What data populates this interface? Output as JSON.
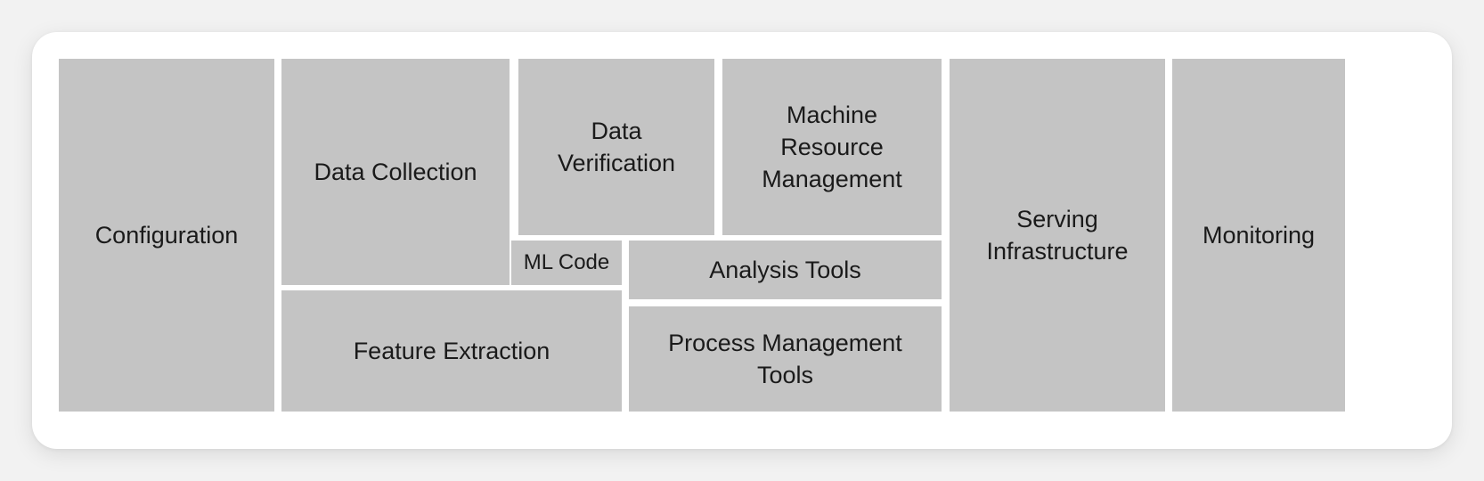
{
  "blocks": {
    "configuration": "Configuration",
    "data_collection": "Data Collection",
    "data_verification": "Data\nVerification",
    "machine_resource_management": "Machine\nResource\nManagement",
    "serving_infrastructure": "Serving\nInfrastructure",
    "monitoring": "Monitoring",
    "ml_code": "ML Code",
    "analysis_tools": "Analysis Tools",
    "feature_extraction": "Feature Extraction",
    "process_management_tools": "Process Management\nTools"
  },
  "colors": {
    "block_fill": "#c4c4c4",
    "card_background": "#ffffff",
    "page_background": "#f2f2f2",
    "text": "#1a1a1a"
  }
}
